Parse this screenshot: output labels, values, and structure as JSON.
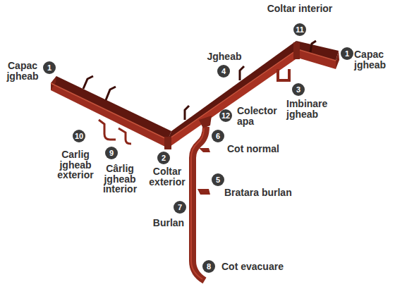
{
  "diagram": {
    "nodes": [
      {
        "text": [
          "11",
          "Coltar interior"
        ]
      },
      {
        "text": [
          "1",
          "Capac jgheab"
        ]
      },
      {
        "text": [
          "4",
          "Jgheab"
        ]
      },
      {
        "text": [
          "1",
          "Capac jgheab"
        ]
      },
      {
        "text": [
          "3",
          "Imbinare jgheab"
        ]
      },
      {
        "text": [
          "12",
          "Colector apa"
        ]
      },
      {
        "text": [
          "6",
          "Cot normal"
        ]
      },
      {
        "text": [
          "10",
          "Carlig jgheab exterior"
        ]
      },
      {
        "text": [
          "2",
          "Coltar exterior"
        ]
      },
      {
        "text": [
          "9",
          "Cârlig jgheab interior"
        ]
      },
      {
        "text": [
          "5",
          "Bratara burlan"
        ]
      },
      {
        "text": [
          "7",
          "Burlan"
        ]
      },
      {
        "text": [
          "8",
          "Cot evacuare"
        ]
      }
    ]
  }
}
